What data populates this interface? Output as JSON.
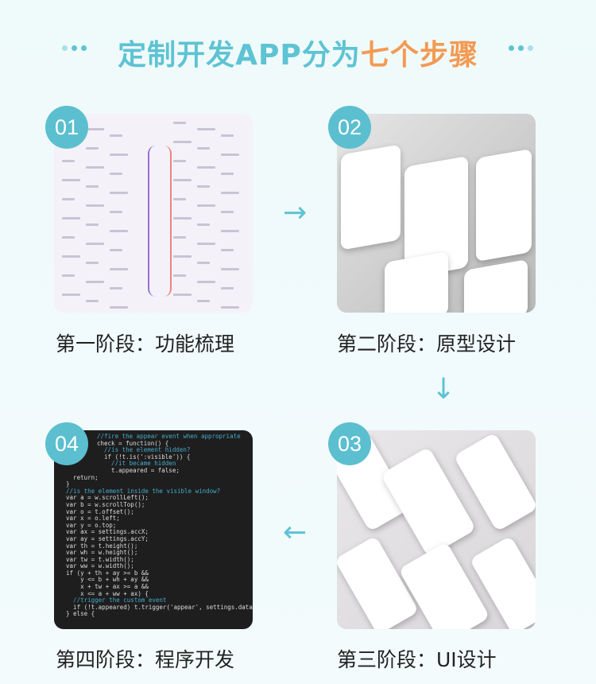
{
  "title": {
    "main": "定制开发APP分为",
    "highlight": "七个步骤"
  },
  "colors": {
    "accent": "#5ec3d3",
    "highlight": "#f39a52",
    "badge": "#5bbfcf"
  },
  "steps": [
    {
      "number": "01",
      "label": "第一阶段：功能梳理"
    },
    {
      "number": "02",
      "label": "第二阶段：原型设计"
    },
    {
      "number": "03",
      "label": "第三阶段：UI设计"
    },
    {
      "number": "04",
      "label": "第四阶段：程序开发"
    }
  ],
  "arrows": {
    "right": "→",
    "down": "↓",
    "left": "←"
  },
  "code_lines": [
    "//fire the appear event when appropriate",
    "check = function() {",
    "  //is the element hidden?",
    "  if (!t.is(':visible')) {",
    "    //it became hidden",
    "    t.appeared = false;",
    "    return;",
    "  }",
    "  //is the element inside the visible window?",
    "  var a = w.scrollLeft();",
    "  var b = w.scrollTop();",
    "  var o = t.offset();",
    "  var x = o.left;",
    "  var y = o.top;",
    "",
    "  var ax = settings.accX;",
    "  var ay = settings.accY;",
    "  var th = t.height();",
    "  var wh = w.height();",
    "  var tw = t.width();",
    "  var ww = w.width();",
    "",
    "  if (y + th + ay >= b &&",
    "      y <= b + wh + ay &&",
    "      x + tw + ax >= a &&",
    "      x <= a + ww + ax) {",
    "",
    "    //trigger the custom event",
    "    if (!t.appeared) t.trigger('appear', settings.data);",
    "",
    "  } else {"
  ]
}
